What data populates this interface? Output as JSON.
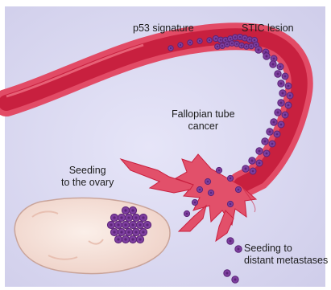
{
  "labels": {
    "p53": "p53 signature",
    "stic": "STIC lesion",
    "tube_cancer_1": "Fallopian tube",
    "tube_cancer_2": "cancer",
    "seeding_ovary_1": "Seeding",
    "seeding_ovary_2": "to the ovary",
    "seeding_distant_1": "Seeding to",
    "seeding_distant_2": "distant metastases"
  },
  "colors": {
    "background": "#d9d8f1",
    "tube_outer": "#e24b66",
    "tube_lumen": "#c8203f",
    "tumor_cell": "#7e3fa0",
    "tumor_nucleus": "#5b2577",
    "ovary": "#f6e3dc"
  }
}
